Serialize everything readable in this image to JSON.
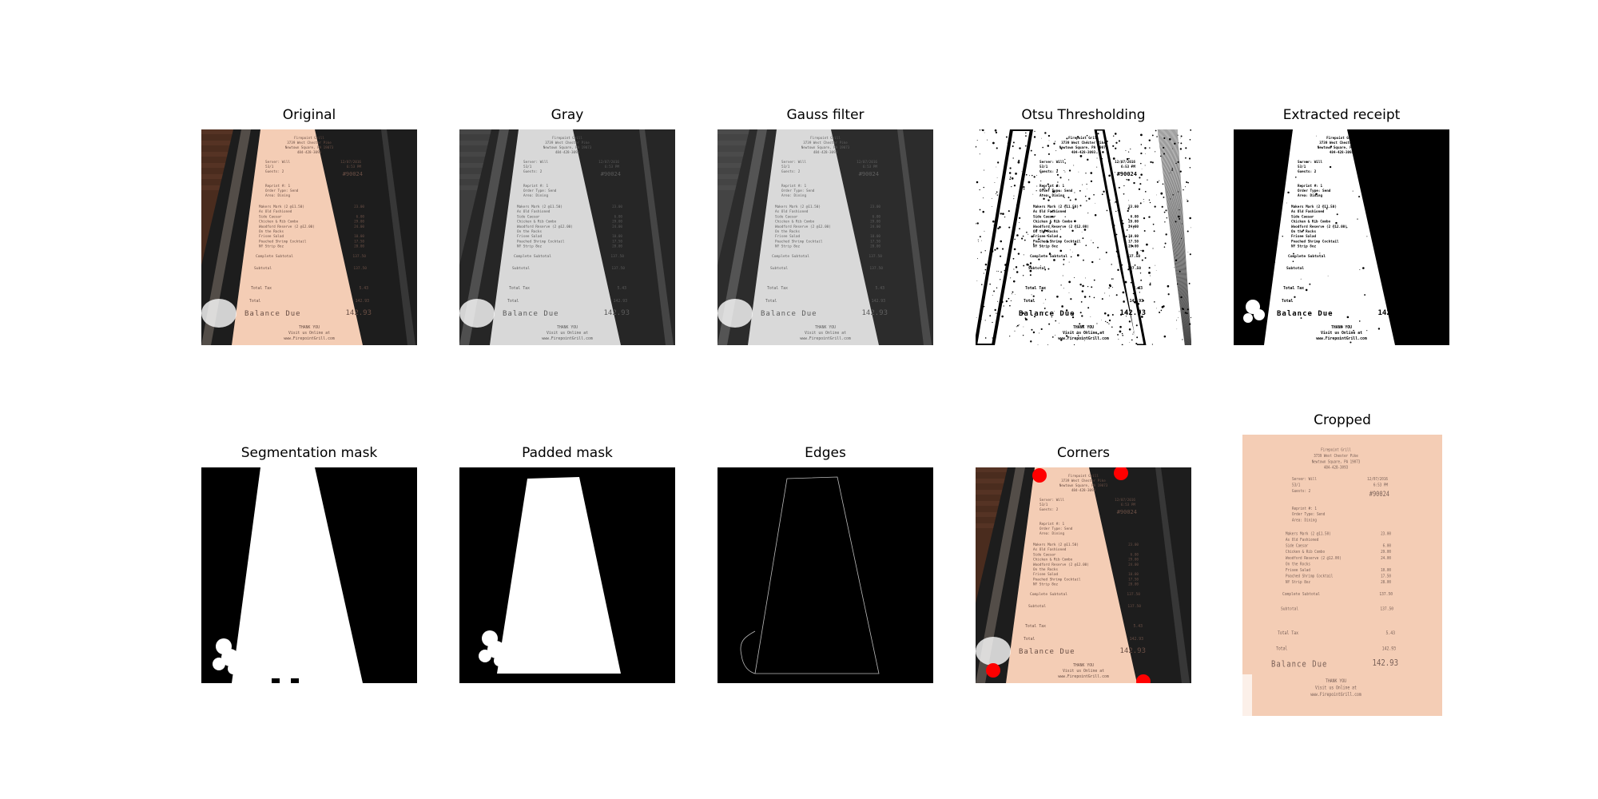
{
  "panels": [
    {
      "id": "original",
      "title": "Original"
    },
    {
      "id": "gray",
      "title": "Gray"
    },
    {
      "id": "gauss",
      "title": "Gauss filter"
    },
    {
      "id": "otsu",
      "title": "Otsu Thresholding"
    },
    {
      "id": "extracted",
      "title": "Extracted receipt"
    },
    {
      "id": "segmentation",
      "title": "Segmentation mask"
    },
    {
      "id": "padded",
      "title": "Padded mask"
    },
    {
      "id": "edges",
      "title": "Edges"
    },
    {
      "id": "corners",
      "title": "Corners"
    },
    {
      "id": "cropped",
      "title": "Cropped"
    }
  ],
  "receipt": {
    "header": [
      "Firepoint Grill",
      "3739 West Chester Pike",
      "Newtown Square, PA 19073",
      "484-428-3093"
    ],
    "server": "Server: Will",
    "date": "12/07/2016",
    "table": "53/1",
    "time": "6:53 PM",
    "guests": "Guests: 2",
    "order_no": "#90024",
    "reprint": "Reprint #: 1",
    "order_type": "Order Type: Send",
    "area": "Area: Dining",
    "items": [
      {
        "name": "Makers Mark (2 @11.50)",
        "price": "23.00"
      },
      {
        "name": "  As Old Fashioned",
        "price": ""
      },
      {
        "name": "Side Caesar",
        "price": "6.00"
      },
      {
        "name": "Chicken & Rib Combo",
        "price": "29.00"
      },
      {
        "name": "Woodford Reserve (2 @12.00)",
        "price": "24.00"
      },
      {
        "name": "  On the Rocks",
        "price": ""
      },
      {
        "name": "Frisee Salad",
        "price": "10.00"
      },
      {
        "name": "Poached Shrimp Cocktail",
        "price": "17.50"
      },
      {
        "name": "NY Strip 8oz",
        "price": "28.00"
      }
    ],
    "complete_subtotal_label": "Complete Subtotal",
    "complete_subtotal": "137.50",
    "subtotal_label": "Subtotal",
    "subtotal": "137.50",
    "tax_label": "Total Tax",
    "tax": "5.43",
    "total_label": "Total",
    "total": "142.93",
    "balance_label": "Balance Due",
    "balance": "142.93",
    "thanks": "THANK YOU",
    "visit": "Visit us Online at",
    "website": "www.FirepointGrill.com"
  },
  "colors": {
    "wood": "#4a2c1e",
    "paper": "#f4cdb5",
    "tray": "#1d1d1d",
    "corner_marker": "#ff0000"
  }
}
